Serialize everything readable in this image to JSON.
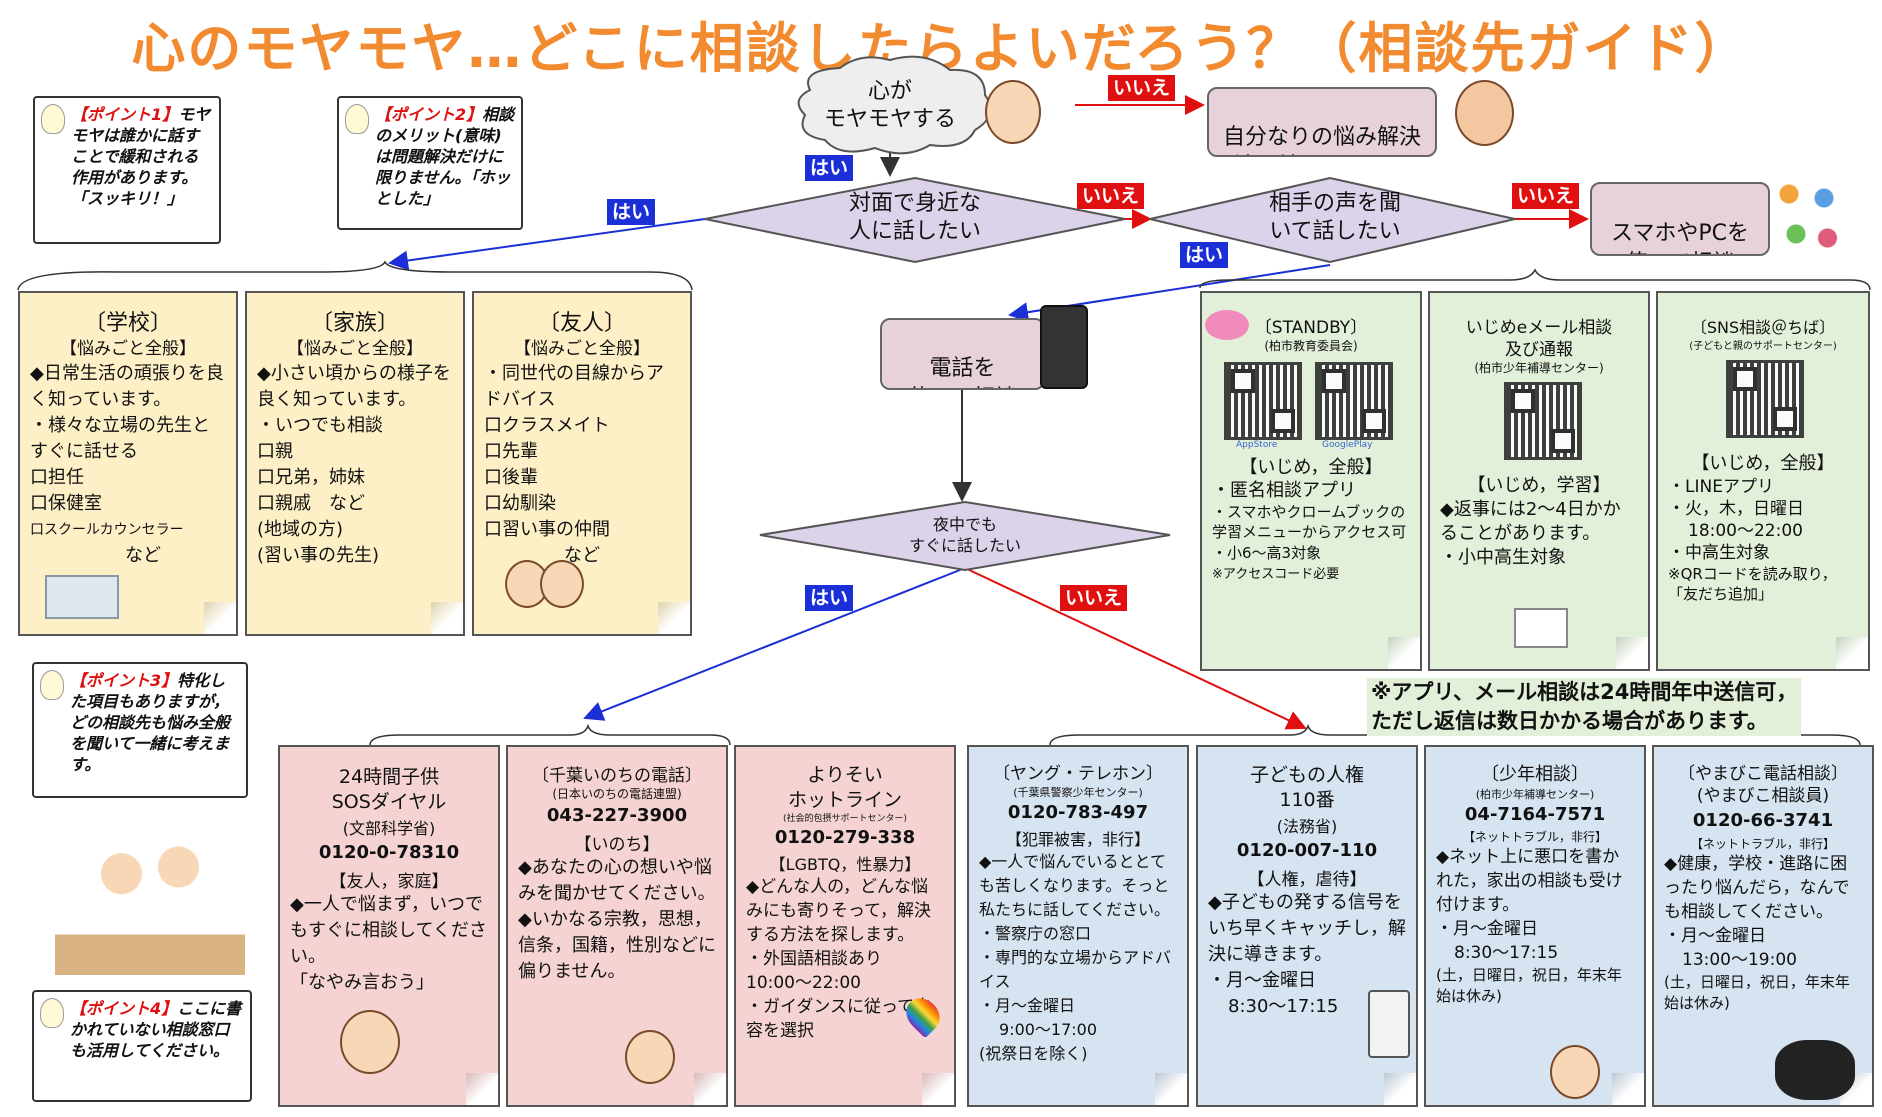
{
  "title": "心のモヤモヤ…どこに相談したらよいだろう？（相談先ガイド）",
  "colors": {
    "title": "#f28a30",
    "yes": "#1a2fd6",
    "no": "#e01010"
  },
  "points": [
    {
      "head": "【ポイント1】",
      "body": "モヤモヤは誰かに話すことで緩和される作用があります。「スッキリ！」"
    },
    {
      "head": "【ポイント2】",
      "body": "相談のメリット(意味)は問題解決だけに限りません。「ホッとした」"
    },
    {
      "head": "【ポイント3】",
      "body": "特化した項目もありますが，どの相談先も悩み全般を聞いて一緒に考えます。"
    },
    {
      "head": "【ポイント4】",
      "body": "ここに書かれていない相談窓口も活用してください。"
    }
  ],
  "flow": {
    "start": "心が\nモヤモヤする",
    "self": "自分なりの悩み解決\n法を続けましょう",
    "q1": "対面で身近な\n人に話したい",
    "q2": "相手の声を聞\nいて話したい",
    "sns": "スマホやPCを\n使って相談",
    "phone": "電話を\n使って相談",
    "q3": "夜中でも\nすぐに話したい",
    "yes": "はい",
    "no": "いいえ"
  },
  "face_to_face": [
    {
      "title": "〔学校〕",
      "sub": "【悩みごと全般】",
      "lines": [
        "◆日常生活の頑張りを良く知っています。",
        "・様々な立場の先生とすぐに話せる",
        "口担任",
        "口保健室",
        "口スクールカウンセラー",
        "など"
      ]
    },
    {
      "title": "〔家族〕",
      "sub": "【悩みごと全般】",
      "lines": [
        "◆小さい頃からの様子を良く知っています。",
        "・いつでも相談",
        "口親",
        "口兄弟，姉妹",
        "口親戚　など",
        "(地域の方)",
        "(習い事の先生)"
      ]
    },
    {
      "title": "〔友人〕",
      "sub": "【悩みごと全般】",
      "lines": [
        "・同世代の目線からアドバイス",
        "口クラスメイト",
        "口先輩",
        "口後輩",
        "口幼馴染",
        "口習い事の仲間",
        "など"
      ]
    }
  ],
  "online": [
    {
      "title": "〔STANDBY〕",
      "org": "(柏市教育委員会)",
      "qr_labels": [
        "AppStore",
        "GooglePlay"
      ],
      "sub": "【いじめ，全般】",
      "lines": [
        "・匿名相談アプリ",
        "・スマホやクロームブックの学習メニューからアクセス可",
        "・小6～高3対象",
        "※アクセスコード必要"
      ]
    },
    {
      "title": "いじめeメール相談\n及び通報",
      "org": "(柏市少年補導センター)",
      "sub": "【いじめ，学習】",
      "lines": [
        "◆返事には2～4日かかることがあります。",
        "・小中高生対象"
      ]
    },
    {
      "title": "〔SNS相談＠ちば〕",
      "org": "(子どもと親のサポートセンター)",
      "sub": "【いじめ，全般】",
      "lines": [
        "・LINEアプリ",
        "・火，木，日曜日",
        "18:00～22:00",
        "・中高生対象",
        "※QRコードを読み取り，「友だち追加」"
      ]
    }
  ],
  "online_note": "※アプリ、メール相談は24時間年中送信可，\nただし返信は数日かかる場合があります。",
  "night_yes": [
    {
      "title": "24時間子供\nSOSダイヤル",
      "org": "(文部科学省)",
      "tel": "0120-0-78310",
      "sub": "【友人，家庭】",
      "lines": [
        "◆一人で悩まず，いつでもすぐに相談してください。",
        "「なやみ言おう」"
      ]
    },
    {
      "title": "〔千葉いのちの電話〕",
      "org": "(日本いのちの電話連盟)",
      "tel": "043-227-3900",
      "sub": "【いのち】",
      "lines": [
        "◆あなたの心の想いや悩みを聞かせてください。",
        "◆いかなる宗教，思想，信条，国籍，性別などに偏りません。"
      ]
    },
    {
      "title": "よりそい\nホットライン",
      "org": "(社会的包摂サポートセンター)",
      "tel": "0120-279-338",
      "sub": "【LGBTQ，性暴力】",
      "lines": [
        "◆どんな人の，どんな悩みにも寄りそって，解決する方法を探します。",
        "・外国語相談あり",
        "10:00～22:00",
        "・ガイダンスに従って内容を選択"
      ]
    }
  ],
  "night_no": [
    {
      "title": "〔ヤング・テレホン〕",
      "org": "(千葉県警察少年センター)",
      "tel": "0120-783-497",
      "sub": "【犯罪被害，非行】",
      "lines": [
        "◆一人で悩んでいるととても苦しくなります。そっと私たちに話してください。",
        "・警察庁の窓口",
        "・専門的な立場からアドバイス",
        "・月～金曜日",
        "9:00～17:00",
        "(祝祭日を除く)"
      ]
    },
    {
      "title": "子どもの人権\n110番",
      "org": "(法務省)",
      "tel": "0120-007-110",
      "sub": "【人権，虐待】",
      "lines": [
        "◆子どもの発する信号をいち早くキャッチし，解決に導きます。",
        "・月～金曜日",
        "8:30～17:15"
      ]
    },
    {
      "title": "〔少年相談〕",
      "org": "(柏市少年補導センター)",
      "tel": "04-7164-7571",
      "sub": "【ネットトラブル，非行】",
      "lines": [
        "◆ネット上に悪口を書かれた，家出の相談も受け付けます。",
        "・月～金曜日",
        "8:30～17:15",
        "(土，日曜日，祝日，年末年始は休み)"
      ]
    },
    {
      "title": "〔やまびこ電話相談〕\n(やまびこ相談員)",
      "org": "",
      "tel": "0120-66-3741",
      "sub": "【ネットトラブル，非行】",
      "lines": [
        "◆健康，学校・進路に困ったり悩んだら，なんでも相談してください。",
        "・月～金曜日",
        "13:00～19:00",
        "(土，日曜日，祝日，年末年始は休み)"
      ]
    }
  ]
}
